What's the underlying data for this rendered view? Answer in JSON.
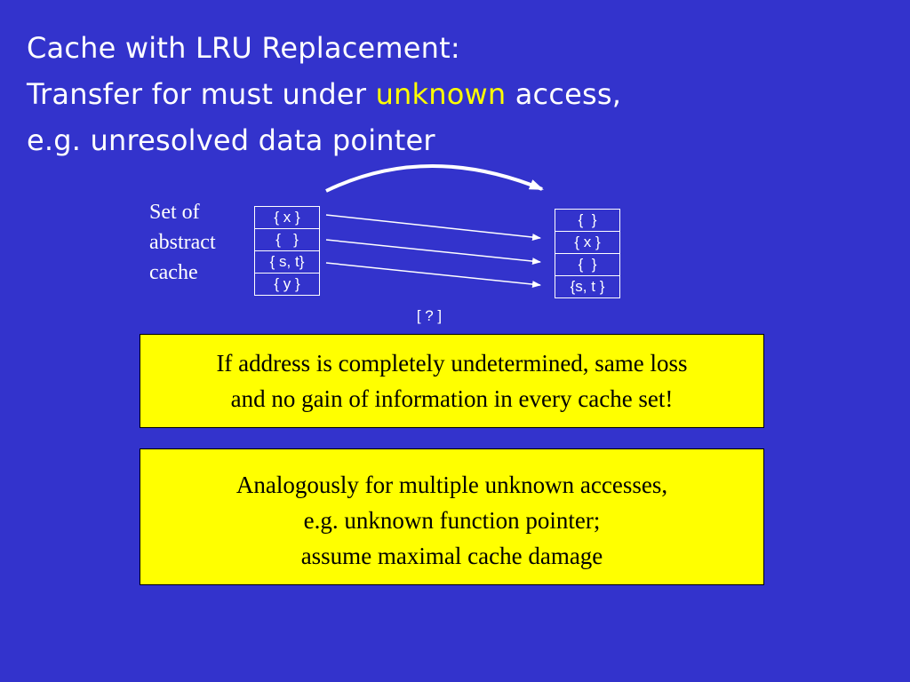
{
  "title": {
    "line1": "Cache with LRU Replacement:",
    "line2_prefix": "Transfer for must under ",
    "line2_highlight": "unknown",
    "line2_suffix": " access,",
    "line3": "e.g. unresolved data pointer"
  },
  "set_label": [
    "Set of",
    "abstract",
    "cache"
  ],
  "left_cache": [
    "{ x }",
    "{   }",
    "{ s, t}",
    "{ y }"
  ],
  "right_cache": [
    "{  }",
    "{ x }",
    "{  }",
    "{s, t }"
  ],
  "transfer_label": "[ ? ]",
  "note_1": {
    "line1": "If address is completely undetermined, same loss",
    "line2": "and no gain of information in every cache set!"
  },
  "note_2": {
    "line1": "Analogously for multiple unknown accesses,",
    "line2": "e.g. unknown function pointer;",
    "line3": "assume maximal cache damage"
  },
  "colors": {
    "background": "#3333cc",
    "title_text": "#ffffff",
    "highlight": "#ffff00",
    "note_fill": "#ffff00"
  }
}
